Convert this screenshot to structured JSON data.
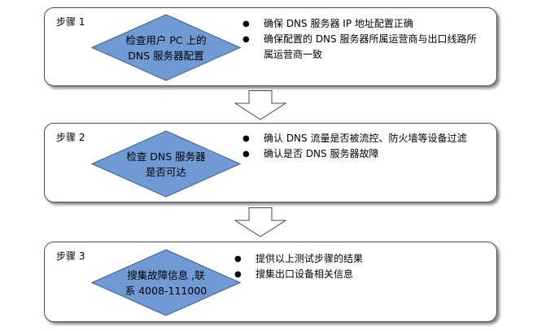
{
  "steps": [
    {
      "label": "步骤 1",
      "diamond_lines": [
        "检查用户 PC 上的",
        "DNS 服务器配置"
      ],
      "bullets": [
        "确保 DNS 服务器 IP 地址配置正确",
        "确保配置的 DNS 服务器所属运营商与出口线路所属运营商一致"
      ]
    },
    {
      "label": "步骤 2",
      "diamond_lines": [
        "检查 DNS 服务器",
        "是否可达"
      ],
      "bullets": [
        "确认 DNS 流量是否被流控、防火墙等设备过滤",
        "确认是否 DNS 服务器故障"
      ]
    },
    {
      "label": "步骤 3",
      "diamond_lines": [
        "搜集故障信息 ,联",
        "系 4008-111000"
      ],
      "bullets": [
        "提供以上测试步骤的结果",
        "搜集出口设备相关信息"
      ]
    }
  ],
  "colors": {
    "diamond_fill": "#6f9ad4",
    "diamond_stroke": "#3d5f8f",
    "border": "#4a4a4a"
  }
}
